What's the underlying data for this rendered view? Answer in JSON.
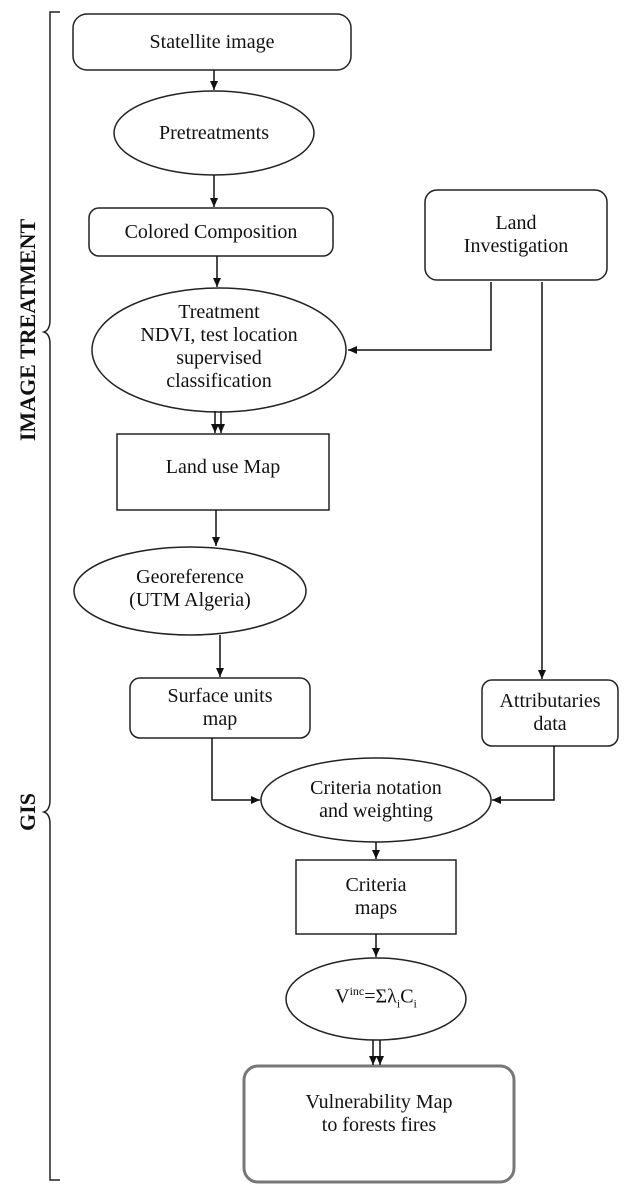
{
  "side_labels": {
    "image_treatment": "IMAGE TREATMENT",
    "gis": "GIS"
  },
  "nodes": {
    "satellite_image": "Statellite image",
    "pretreatments": "Pretreatments",
    "colored_composition": "Colored Composition",
    "land_investigation_1": "Land",
    "land_investigation_2": "Investigation",
    "treatment_1": "Treatment",
    "treatment_2": "NDVI, test location",
    "treatment_3": "supervised",
    "treatment_4": "classification",
    "land_use_map": "Land use Map",
    "georeference_1": "Georeference",
    "georeference_2": "(UTM Algeria)",
    "surface_units_1": "Surface units",
    "surface_units_2": "map",
    "attributaries_1": "Attributaries",
    "attributaries_2": "data",
    "criteria_notation_1": "Criteria notation",
    "criteria_notation_2": "and weighting",
    "criteria_maps_1": "Criteria",
    "criteria_maps_2": "maps",
    "formula": {
      "v": "V",
      "sup": "inc",
      "eq": "=Σλ",
      "sub1": "i",
      "c": "C",
      "sub2": "i"
    },
    "vulnerability_1": "Vulnerability Map",
    "vulnerability_2": "to forests fires"
  }
}
